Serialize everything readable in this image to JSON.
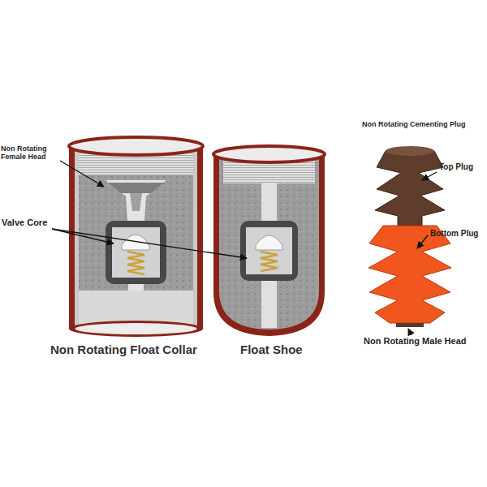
{
  "diagram": {
    "labels": [
      "Non Rotating Female Head",
      "Valve Core",
      "Non Rotating Cementing Plug",
      "Top Plug",
      "Bottom Plug",
      "Non Rotating Male Head",
      "Non Rotating Float Collar",
      "Float Shoe"
    ]
  }
}
